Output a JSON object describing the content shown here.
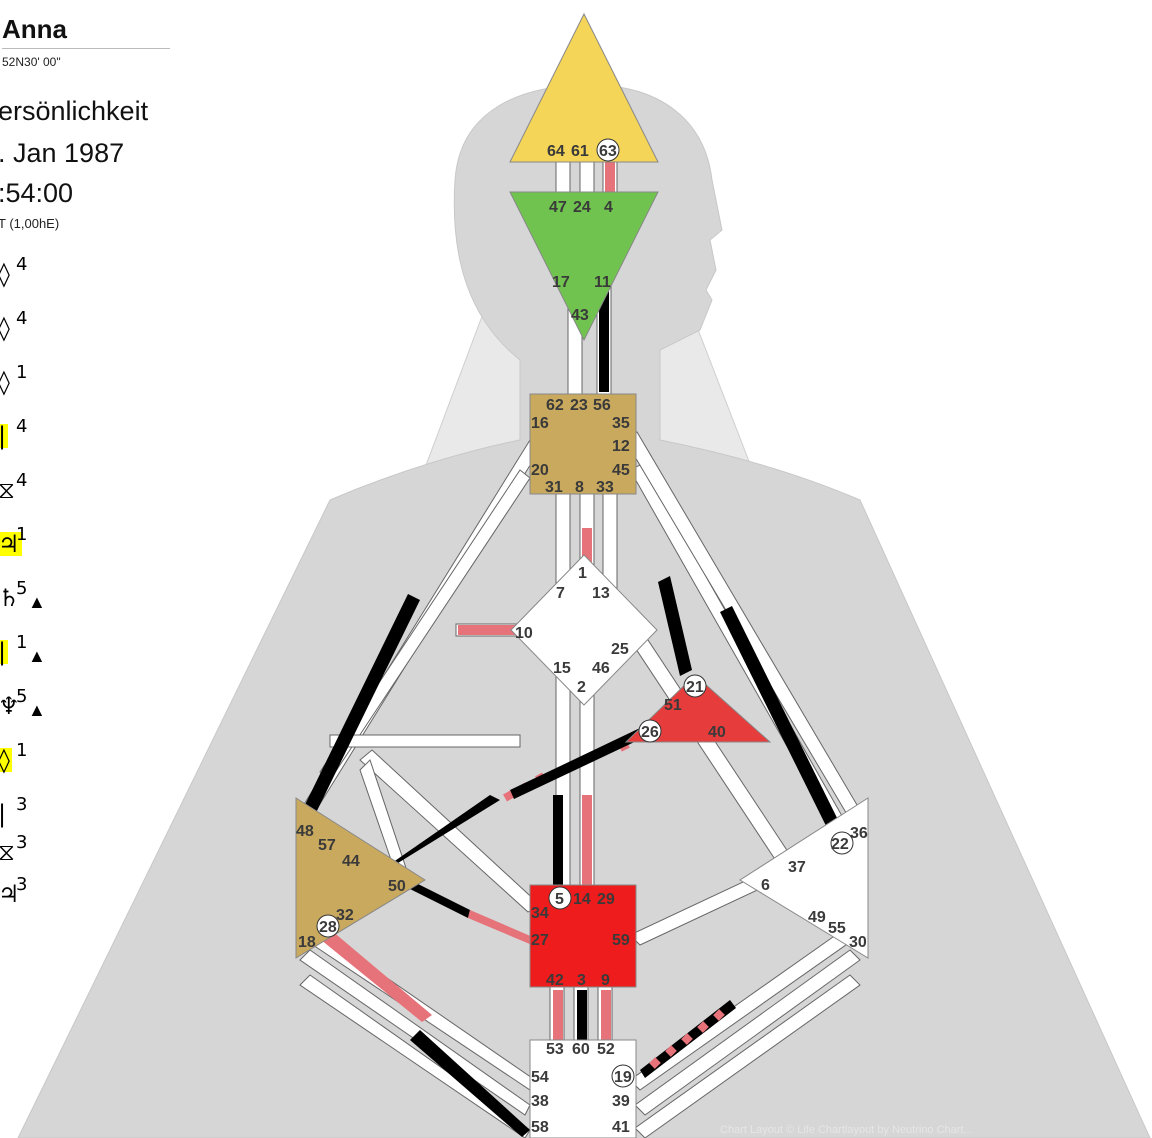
{
  "header": {
    "name": "Anna",
    "coordinates": "52N30' 00\"",
    "section_title": "ersönlichkeit",
    "date": ". Jan 1987",
    "time": ":54:00",
    "timezone": "T (1,00hE)"
  },
  "planets": [
    {
      "glyph": "◊",
      "line": "4",
      "highlight": false,
      "arrow": ""
    },
    {
      "glyph": "◊",
      "line": "4",
      "highlight": false,
      "arrow": ""
    },
    {
      "glyph": "◊",
      "line": "1",
      "highlight": false,
      "arrow": ""
    },
    {
      "glyph": "|",
      "line": "4",
      "highlight": true,
      "arrow": ""
    },
    {
      "glyph": "⧖",
      "line": "4",
      "highlight": false,
      "arrow": ""
    },
    {
      "glyph": "♃",
      "line": "1",
      "highlight": true,
      "arrow": ""
    },
    {
      "glyph": "♄",
      "line": "5",
      "highlight": false,
      "arrow": "▲"
    },
    {
      "glyph": "|",
      "line": "1",
      "highlight": true,
      "arrow": "▲"
    },
    {
      "glyph": "♆",
      "line": "5",
      "highlight": false,
      "arrow": "▲"
    },
    {
      "glyph": "◊",
      "line": "1",
      "highlight": true,
      "arrow": ""
    },
    {
      "glyph": "|",
      "line": "3",
      "highlight": false,
      "arrow": ""
    },
    {
      "glyph": "⧖",
      "line": "3",
      "highlight": false,
      "arrow": ""
    },
    {
      "glyph": "♃",
      "line": "3",
      "highlight": false,
      "arrow": ""
    }
  ],
  "colors": {
    "head": "#f6d24a",
    "ajna": "#6cc04a",
    "g_center": "#c8a860",
    "sacral": "#e11",
    "ego": "#e33",
    "spleen": "#c8a860",
    "black": "#000000",
    "pink": "#e6737a",
    "silhouette": "#d9d9d9"
  },
  "gates": {
    "head": [
      "64",
      "61",
      "63"
    ],
    "ajna": [
      "47",
      "24",
      "4",
      "17",
      "11",
      "43"
    ],
    "throat": [
      "62",
      "23",
      "56",
      "16",
      "35",
      "12",
      "20",
      "45",
      "31",
      "8",
      "33"
    ],
    "g": [
      "1",
      "7",
      "13",
      "10",
      "25",
      "15",
      "46",
      "2"
    ],
    "ego": [
      "21",
      "51",
      "26",
      "40"
    ],
    "spleen": [
      "48",
      "57",
      "44",
      "50",
      "32",
      "28",
      "18"
    ],
    "sacral": [
      "5",
      "14",
      "29",
      "34",
      "27",
      "59",
      "42",
      "3",
      "9"
    ],
    "solar": [
      "36",
      "22",
      "37",
      "6",
      "49",
      "55",
      "30"
    ],
    "root": [
      "53",
      "60",
      "52",
      "54",
      "19",
      "38",
      "39",
      "58",
      "41"
    ]
  },
  "copyright": "Chart Layout © Life Chartlayout by Neutrino Chart..."
}
